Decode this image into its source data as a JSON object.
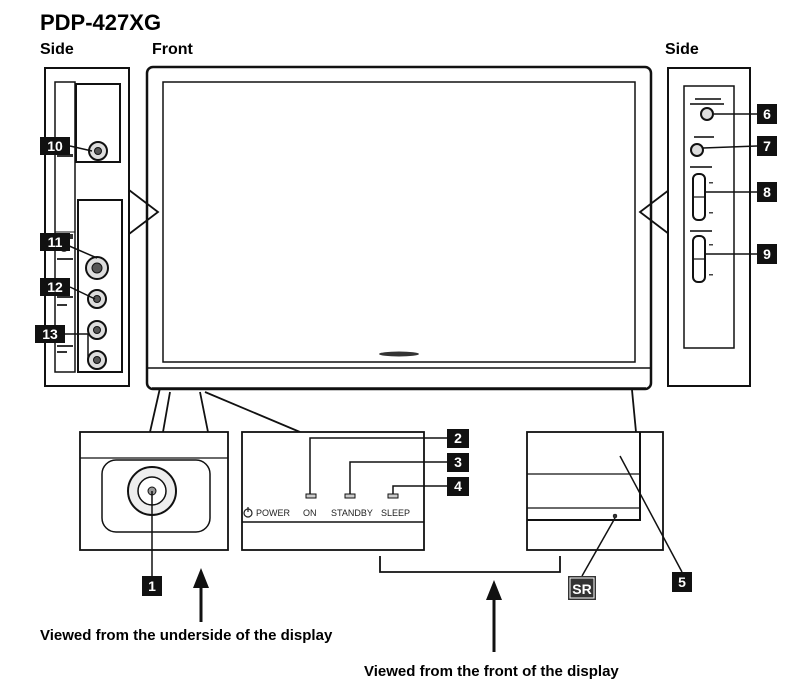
{
  "model": "PDP-427XG",
  "headings": {
    "side_left": "Side",
    "front": "Front",
    "side_right": "Side"
  },
  "badges": [
    "1",
    "2",
    "3",
    "4",
    "5",
    "6",
    "7",
    "8",
    "9",
    "10",
    "11",
    "12",
    "13"
  ],
  "sr_label": "SR",
  "indicators": {
    "power": "POWER",
    "on": "ON",
    "standby": "STANDBY",
    "sleep": "SLEEP"
  },
  "captions": {
    "underside": "Viewed from the underside of the display",
    "front": "Viewed from the front of the display"
  },
  "colors": {
    "line": "#111111",
    "badge": "#111111",
    "panel": "#ffffff"
  }
}
